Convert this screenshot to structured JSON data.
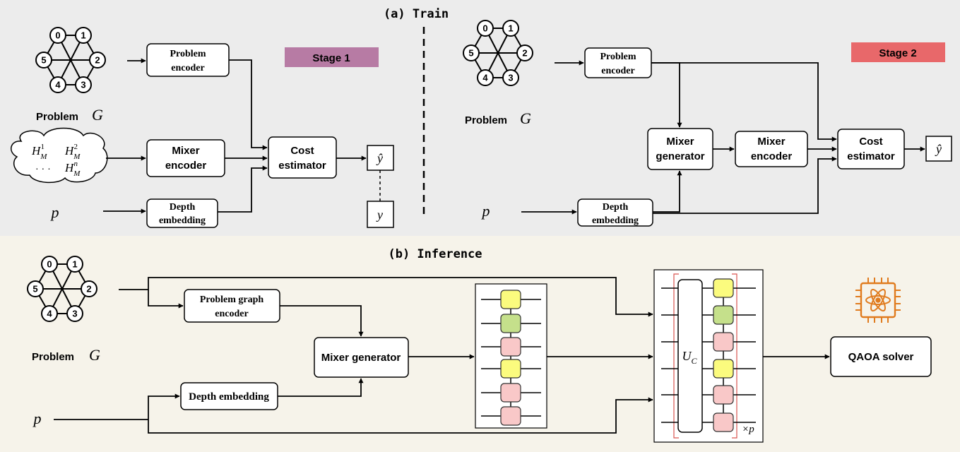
{
  "train": {
    "title": "(a) Train",
    "stage1_label": "Stage 1",
    "stage2_label": "Stage 2",
    "stage1_color": "#b77ba4",
    "stage2_color": "#e8686a",
    "problem_label": "Problem",
    "problem_symbol": "G",
    "problem_encoder": [
      "Problem",
      "encoder"
    ],
    "mixer_encoder": [
      "Mixer",
      "encoder"
    ],
    "mixer_generator": [
      "Mixer",
      "generator"
    ],
    "depth_embedding": [
      "Depth",
      "embedding"
    ],
    "cost_estimator": [
      "Cost",
      "estimator"
    ],
    "yhat": "ŷ",
    "y": "y",
    "p": "p",
    "ellipsis": "· · ·"
  },
  "inference": {
    "title": "(b) Inference",
    "problem_label": "Problem",
    "problem_symbol": "G",
    "problem_graph_encoder": [
      "Problem graph",
      "encoder"
    ],
    "mixer_generator": "Mixer generator",
    "depth_embedding": "Depth embedding",
    "uc_main": "U",
    "uc_sub": "C",
    "times_p": "×p",
    "qaoa_solver": "QAOA solver",
    "p": "p",
    "chip_color": "#e07b1e"
  },
  "graph_nodes": [
    "0",
    "1",
    "2",
    "3",
    "4",
    "5"
  ],
  "gate_colors": {
    "yellow": "#fbfb7e",
    "green": "#c5e08b",
    "pink": "#f9c8c8"
  },
  "background": {
    "top": "#ececec",
    "bottom": "#f6f3ea"
  }
}
